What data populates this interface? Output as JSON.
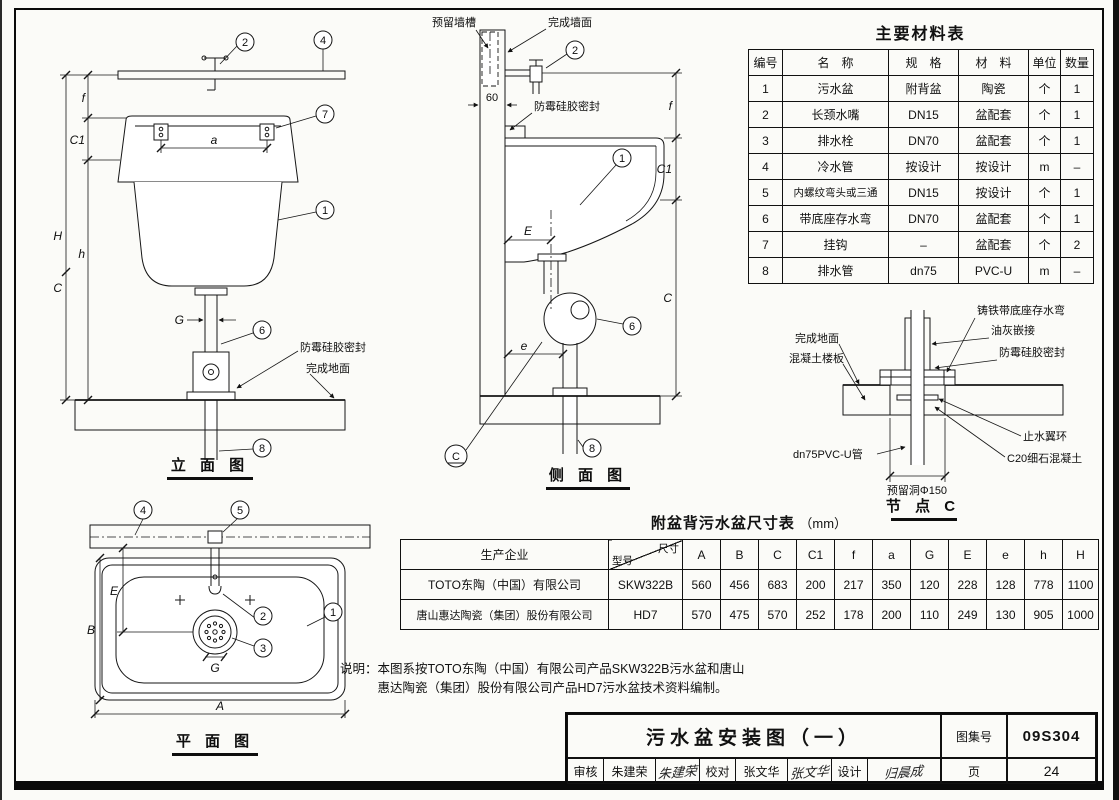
{
  "materials_table": {
    "title": "主要材料表",
    "headers": [
      "编号",
      "名　称",
      "规　格",
      "材　料",
      "单位",
      "数量"
    ],
    "rows": [
      [
        "1",
        "污水盆",
        "附背盆",
        "陶瓷",
        "个",
        "1"
      ],
      [
        "2",
        "长颈水嘴",
        "DN15",
        "盆配套",
        "个",
        "1"
      ],
      [
        "3",
        "排水栓",
        "DN70",
        "盆配套",
        "个",
        "1"
      ],
      [
        "4",
        "冷水管",
        "按设计",
        "按设计",
        "m",
        "–"
      ],
      [
        "5",
        "内螺纹弯头或三通",
        "DN15",
        "按设计",
        "个",
        "1"
      ],
      [
        "6",
        "带底座存水弯",
        "DN70",
        "盆配套",
        "个",
        "1"
      ],
      [
        "7",
        "挂钩",
        "–",
        "盆配套",
        "个",
        "2"
      ],
      [
        "8",
        "排水管",
        "dn75",
        "PVC-U",
        "m",
        "–"
      ]
    ]
  },
  "size_table": {
    "title": "附盆背污水盆尺寸表",
    "unit": "（mm）",
    "company_header": "生产企业",
    "size_header": "尺寸",
    "model_header": "型号",
    "dims": [
      "A",
      "B",
      "C",
      "C1",
      "f",
      "a",
      "G",
      "E",
      "e",
      "h",
      "H"
    ],
    "rows": [
      {
        "company": "TOTO东陶（中国）有限公司",
        "model": "SKW322B",
        "values": [
          "560",
          "456",
          "683",
          "200",
          "217",
          "350",
          "120",
          "228",
          "128",
          "778",
          "1100"
        ]
      },
      {
        "company": "唐山惠达陶瓷（集团）股份有限公司",
        "model": "HD7",
        "values": [
          "570",
          "475",
          "570",
          "252",
          "178",
          "200",
          "110",
          "249",
          "130",
          "905",
          "1000"
        ]
      }
    ]
  },
  "notes": {
    "label": "说明：",
    "line1": "本图系按TOTO东陶（中国）有限公司产品SKW322B污水盆和唐山",
    "line2": "惠达陶瓷（集团）股份有限公司产品HD7污水盆技术资料编制。"
  },
  "title_block": {
    "title": "污水盆安装图（一）",
    "atlas_label": "图集号",
    "atlas_no": "09S304",
    "page_label": "页",
    "page_no": "24",
    "reviewer_label": "审核",
    "reviewer": "朱建荣",
    "reviewer_sig": "朱建荣",
    "checker_label": "校对",
    "checker": "张文华",
    "checker_sig": "张文华",
    "designer_label": "设计",
    "designer_sig": "归晨成"
  },
  "elevation": {
    "label": "立 面 图",
    "ann_seal": "防霉硅胶密封",
    "ann_floor": "完成地面",
    "callout_1": "1",
    "callout_2": "2",
    "callout_4": "4",
    "callout_6": "6",
    "callout_7": "7",
    "callout_8": "8",
    "dim_f": "f",
    "dim_c1": "C1",
    "dim_h_total": "H",
    "dim_h": "h",
    "dim_c": "C",
    "dim_a": "a",
    "dim_g": "G"
  },
  "side": {
    "label": "侧 面 图",
    "ann_groove": "预留墙槽",
    "ann_wall": "完成墙面",
    "ann_seal": "防霉硅胶密封",
    "callout_1": "1",
    "callout_2": "2",
    "callout_6": "6",
    "callout_8": "8",
    "section_mark": "C",
    "dim_f": "f",
    "dim_c1": "C1",
    "dim_c": "C",
    "dim_e_cap": "E",
    "dim_e": "e",
    "dim_60": "60"
  },
  "plan": {
    "label": "平 面 图",
    "callout_1": "1",
    "callout_2": "2",
    "callout_3": "3",
    "callout_4": "4",
    "callout_5": "5",
    "dim_a": "A",
    "dim_b": "B",
    "dim_e": "E",
    "dim_g": "G"
  },
  "node": {
    "label": "节 点 C",
    "ann_trap": "铸铁带底座存水弯",
    "ann_putty": "油灰嵌接",
    "ann_seal": "防霉硅胶密封",
    "ann_floor": "完成地面",
    "ann_slab": "混凝土楼板",
    "ann_pipe": "dn75PVC-U管",
    "ann_hole": "预留洞Φ150",
    "ann_ring": "止水翼环",
    "ann_concrete": "C20细石混凝土"
  }
}
